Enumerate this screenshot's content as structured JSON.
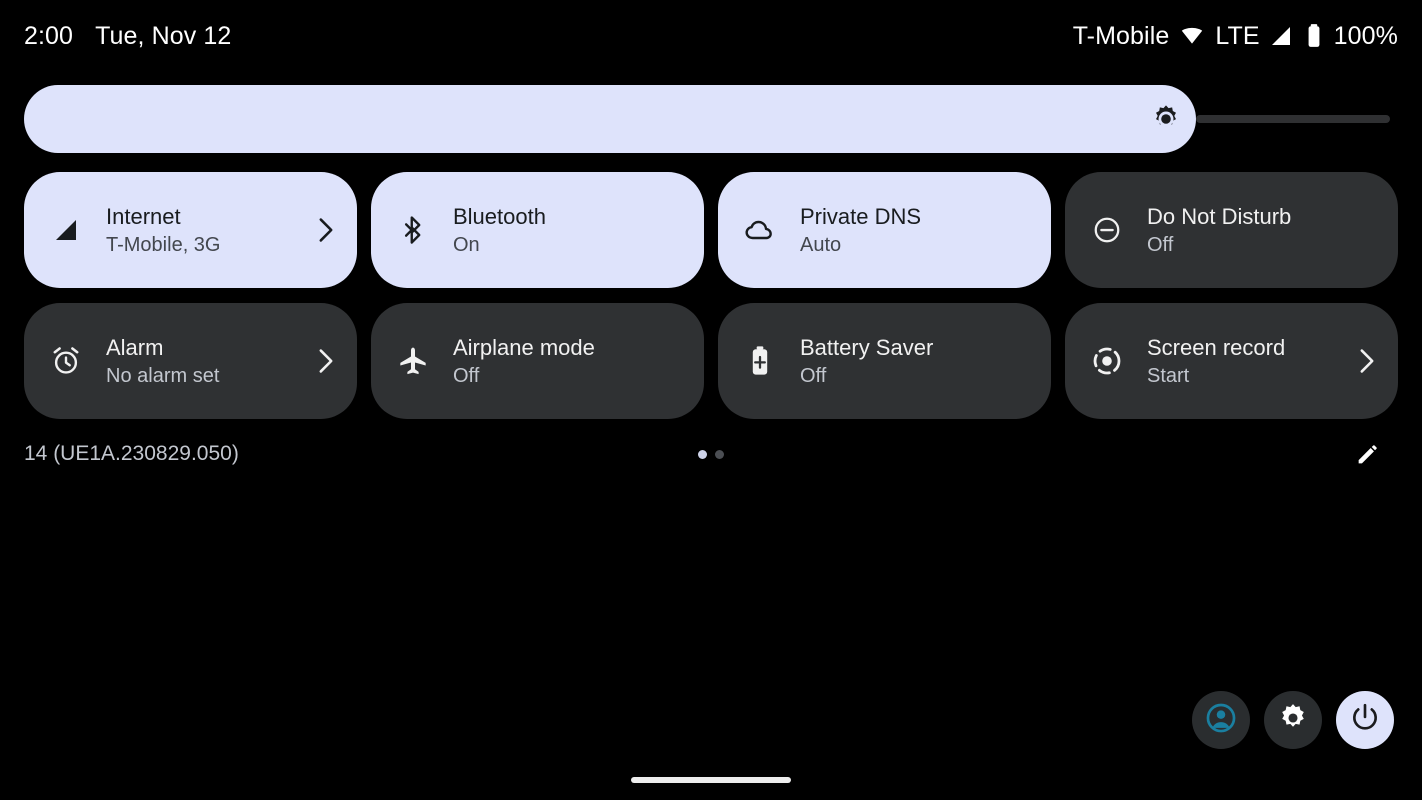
{
  "status_bar": {
    "time": "2:00",
    "date": "Tue, Nov 12",
    "carrier": "T-Mobile",
    "network_type": "LTE",
    "battery_percent": "100%",
    "icons": [
      "wifi-icon",
      "signal-icon",
      "battery-icon"
    ]
  },
  "brightness": {
    "label": "Brightness",
    "icon": "brightness-icon",
    "value_percent": 85
  },
  "tiles": [
    {
      "name": "internet",
      "icon": "signal-cellular-icon",
      "title": "Internet",
      "subtitle": "T-Mobile, 3G",
      "state": "active",
      "chevron": true
    },
    {
      "name": "bluetooth",
      "icon": "bluetooth-icon",
      "title": "Bluetooth",
      "subtitle": "On",
      "state": "active",
      "chevron": false
    },
    {
      "name": "private-dns",
      "icon": "cloud-icon",
      "title": "Private DNS",
      "subtitle": "Auto",
      "state": "active",
      "chevron": false
    },
    {
      "name": "do-not-disturb",
      "icon": "do-not-disturb-icon",
      "title": "Do Not Disturb",
      "subtitle": "Off",
      "state": "inactive",
      "chevron": false
    },
    {
      "name": "alarm",
      "icon": "alarm-clock-icon",
      "title": "Alarm",
      "subtitle": "No alarm set",
      "state": "inactive",
      "chevron": true
    },
    {
      "name": "airplane-mode",
      "icon": "airplane-icon",
      "title": "Airplane mode",
      "subtitle": "Off",
      "state": "inactive",
      "chevron": false
    },
    {
      "name": "battery-saver",
      "icon": "battery-plus-icon",
      "title": "Battery Saver",
      "subtitle": "Off",
      "state": "inactive",
      "chevron": false
    },
    {
      "name": "screen-record",
      "icon": "screen-record-icon",
      "title": "Screen record",
      "subtitle": "Start",
      "state": "inactive",
      "chevron": true
    }
  ],
  "meta": {
    "build": "14 (UE1A.230829.050)",
    "pages": {
      "count": 2,
      "active_index": 0
    },
    "edit_icon": "pencil-icon"
  },
  "actions": [
    {
      "name": "user-switcher",
      "icon": "account-circle-icon",
      "style": "dark"
    },
    {
      "name": "settings",
      "icon": "gear-icon",
      "style": "dark"
    },
    {
      "name": "power",
      "icon": "power-icon",
      "style": "light"
    }
  ],
  "nav": {
    "home_bar": "home-gesture-bar"
  },
  "colors": {
    "background": "#000000",
    "tile_active_bg": "#dee3fb",
    "tile_inactive_bg": "#2f3133",
    "accent_avatar": "#1a7fa0",
    "text_on_active": "#191c1f",
    "text_on_inactive": "#f1f1f1"
  }
}
